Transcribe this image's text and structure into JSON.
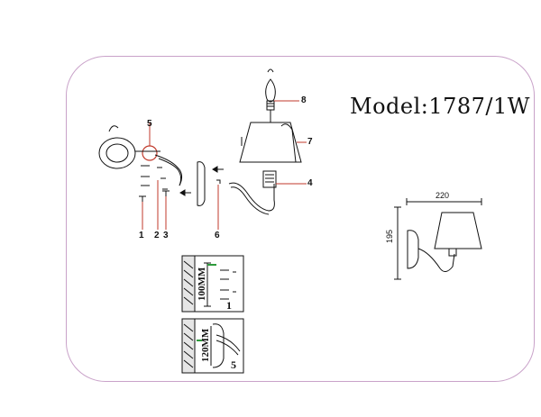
{
  "model": {
    "text": "Model:1787/1W"
  },
  "parts": {
    "p1": "1",
    "p2": "2",
    "p3": "3",
    "p4": "4",
    "p5": "5",
    "p6": "6",
    "p7": "7",
    "p8": "8"
  },
  "dimensions": {
    "width": "220",
    "height": "195"
  },
  "details": {
    "d1_spacing": "100MM",
    "d1_label": "1",
    "d5_spacing": "120MM",
    "d5_label": "5"
  },
  "colors": {
    "frame": "#c9a2c9",
    "leader": "#c0392b",
    "line": "#111111"
  }
}
